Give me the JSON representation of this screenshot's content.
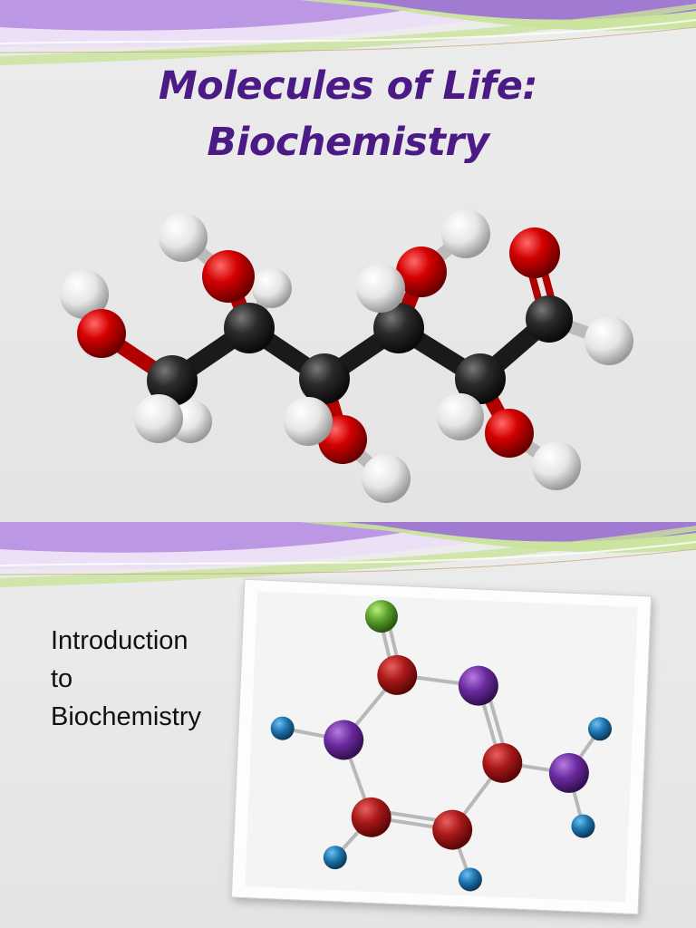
{
  "slide1": {
    "title_line1": "Molecules of Life:",
    "title_line2": "Biochemistry"
  },
  "slide2": {
    "intro_line1": "Introduction",
    "intro_line2": "to",
    "intro_line3": "Biochemistry"
  },
  "colors": {
    "title": "#4b1a86",
    "swoosh_purple": "#9b6fd6",
    "swoosh_green": "#c9e39a",
    "carbon": "#2a2a2a",
    "oxygen": "#d40000",
    "hydrogen": "#f2f2f2",
    "ring_red": "#b01818",
    "ring_purple": "#6a2a9e",
    "ring_blue": "#1d75b0",
    "ring_green": "#5aa12a"
  }
}
